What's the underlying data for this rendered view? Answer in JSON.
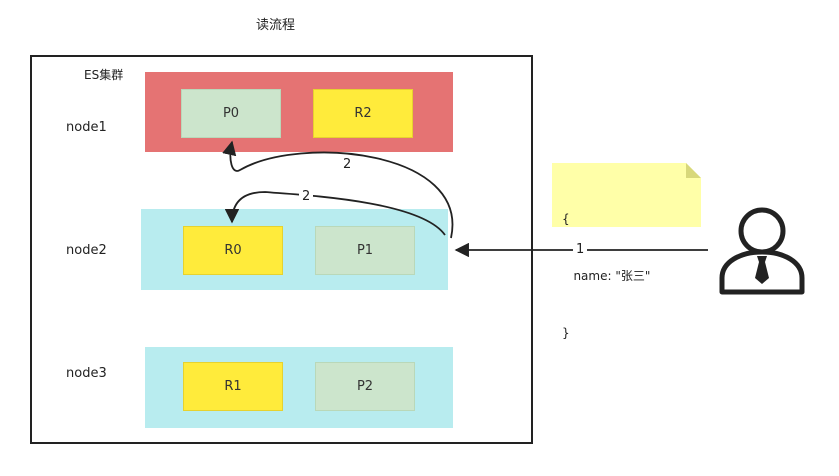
{
  "title": "读流程",
  "cluster": {
    "label": "ES集群"
  },
  "colors": {
    "node1_fill": "#e57373",
    "node_fill_cyan": "#b8ecef",
    "primary_fill": "#cce5cc",
    "replica_fill": "#ffeb3b",
    "note_fill": "#ffffa8"
  },
  "nodes": [
    {
      "label": "node1",
      "shards": [
        {
          "name": "P0",
          "kind": "primary"
        },
        {
          "name": "R2",
          "kind": "replica"
        }
      ]
    },
    {
      "label": "node2",
      "shards": [
        {
          "name": "R0",
          "kind": "replica"
        },
        {
          "name": "P1",
          "kind": "primary"
        }
      ]
    },
    {
      "label": "node3",
      "shards": [
        {
          "name": "R1",
          "kind": "replica"
        },
        {
          "name": "P2",
          "kind": "primary"
        }
      ]
    }
  ],
  "note": {
    "lines": [
      "{",
      "   name: \"张三\"",
      "}"
    ]
  },
  "arrows": {
    "request_label": "1",
    "forward_label_top": "2",
    "forward_label_bottom": "2"
  },
  "user": {
    "icon": "user-businessman-icon"
  }
}
